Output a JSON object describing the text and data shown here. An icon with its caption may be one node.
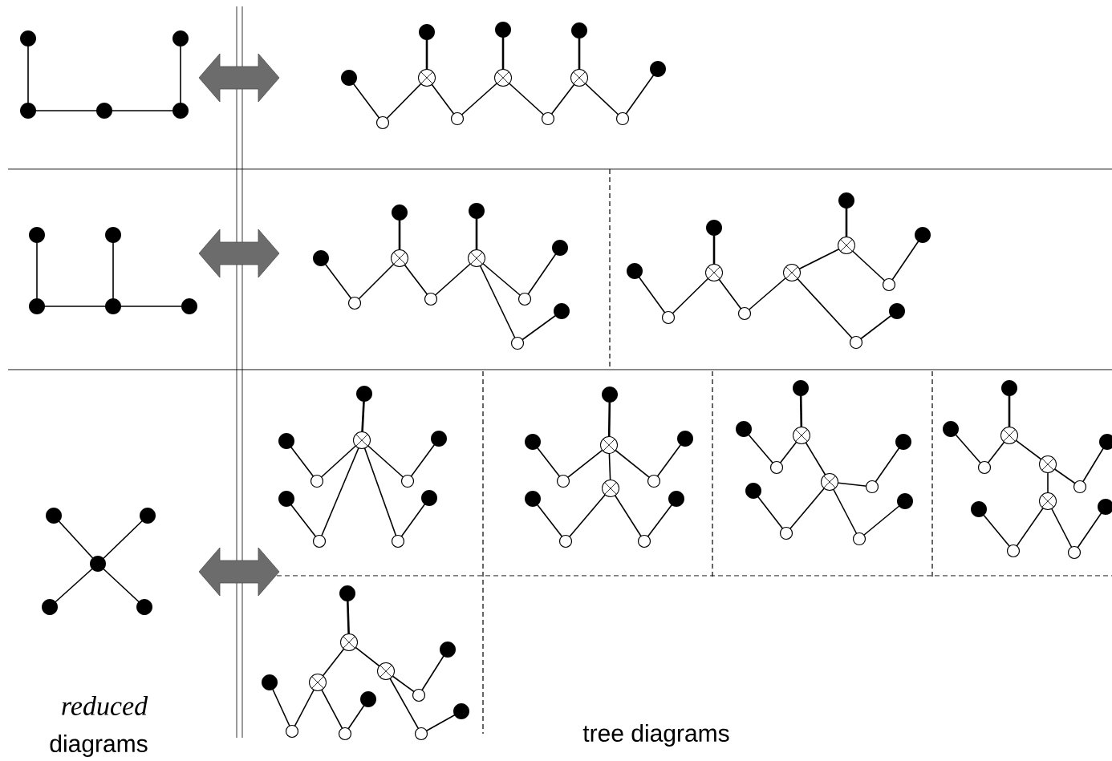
{
  "diagram": {
    "labels": [
      "reduced",
      "diagrams",
      "tree diagrams"
    ]
  }
}
